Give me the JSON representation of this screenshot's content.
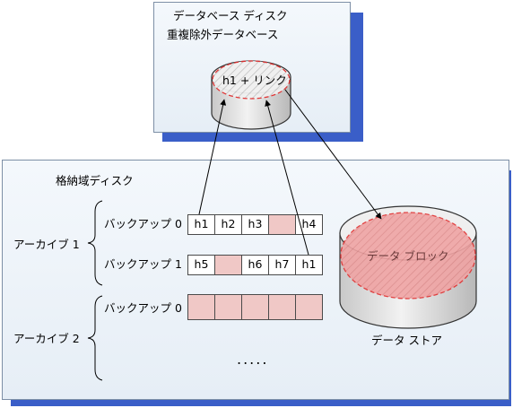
{
  "db_disk": {
    "title": "データベース ディスク",
    "subtitle": "重複除外データベース",
    "cylinder_label": "h1 + リンク"
  },
  "storage_disk": {
    "title": "格納域ディスク",
    "archives": [
      {
        "label": "アーカイブ 1",
        "backups": [
          {
            "label": "バックアップ 0",
            "cells": [
              "h1",
              "h2",
              "h3",
              "",
              "h4"
            ]
          },
          {
            "label": "バックアップ 1",
            "cells": [
              "h5",
              "",
              "h6",
              "h7",
              "h1"
            ]
          }
        ]
      },
      {
        "label": "アーカイブ 2",
        "backups": [
          {
            "label": "バックアップ 0",
            "cells": [
              "",
              "",
              "",
              "",
              ""
            ]
          }
        ],
        "ellipsis": "....."
      }
    ],
    "data_store": {
      "block_label": "データ ブロック",
      "label": "データ ストア"
    }
  },
  "colors": {
    "shadow": "#3a5ec8",
    "panel_border": "#7d8fa6",
    "pink_cell": "#f0c8c6",
    "dashed_red": "#e03030"
  }
}
